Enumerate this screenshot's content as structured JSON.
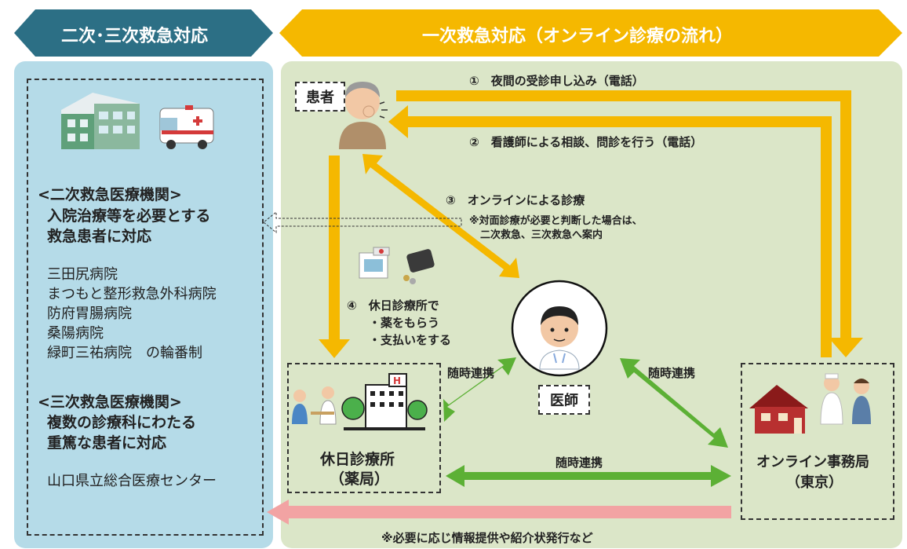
{
  "headers": {
    "left": "二次･三次救急対応",
    "right": "一次救急対応（オンライン診療の流れ）"
  },
  "left_panel": {
    "secondary_title": "<二次救急医療機関>",
    "secondary_desc_1": "入院治療等を必要とする",
    "secondary_desc_2": "救急患者に対応",
    "hospitals": [
      "三田尻病院",
      "まつもと整形救急外科病院",
      "防府胃腸病院",
      "桑陽病院",
      "緑町三祐病院　の輪番制"
    ],
    "tertiary_title": "<三次救急医療機関>",
    "tertiary_desc_1": "複数の診療科にわたる",
    "tertiary_desc_2": "重篤な患者に対応",
    "tertiary_center": "山口県立総合医療センター"
  },
  "right_panel": {
    "patient_label": "患者",
    "step1": "①　夜間の受診申し込み（電話）",
    "step2": "②　看護師による相談、問診を行う（電話）",
    "step3": "③　オンラインによる診療",
    "step3_note_1": "※対面診療が必要と判断した場合は、",
    "step3_note_2": "二次救急、三次救急へ案内",
    "step4": "④　休日診療所で",
    "step4_a": "・薬をもらう",
    "step4_b": "・支払いをする",
    "doctor_label": "医師",
    "coop_left": "随時連携",
    "coop_right": "随時連携",
    "coop_bottom": "随時連携",
    "clinic_1": "休日診療所",
    "clinic_2": "（薬局）",
    "office_1": "オンライン事務局",
    "office_2": "（東京）",
    "bottom_note": "※必要に応じ情報提供や紹介状発行など"
  },
  "colors": {
    "left_header": "#2c6f85",
    "right_header": "#f5b800",
    "left_panel": "#b5dbe8",
    "right_panel": "#dbe6c8",
    "flow_arrow": "#f5b800",
    "coop_arrow": "#5cb035",
    "referral_arrow": "#f2a3a3"
  },
  "icons": [
    "hospital-building-icon",
    "ambulance-icon",
    "patient-coughing-icon",
    "medicine-bag-icon",
    "wallet-icon",
    "doctor-icon",
    "clinic-building-icon",
    "nurse-icon",
    "office-house-icon"
  ]
}
